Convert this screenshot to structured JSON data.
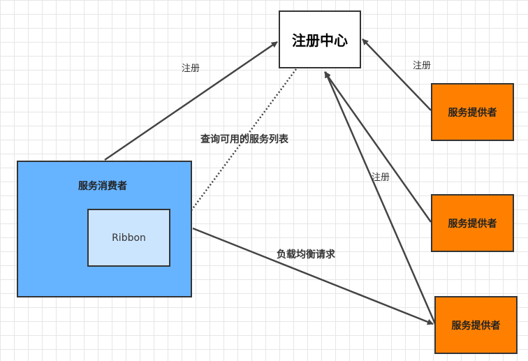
{
  "nodes": {
    "registry": "注册中心",
    "consumer": "服务消费者",
    "ribbon": "Ribbon",
    "providers": [
      "服务提供者",
      "服务提供者",
      "服务提供者"
    ]
  },
  "edges": {
    "register_consumer": "注册",
    "register_provider_1": "注册",
    "register_provider": "注册",
    "query_service_list": "查询可用的服务列表",
    "load_balance_request": "负载均衡请求"
  },
  "colors": {
    "consumer_fill": "#66b3ff",
    "ribbon_fill": "#cce5ff",
    "provider_fill": "#ff8000",
    "registry_fill": "#ffffff",
    "edge": "#444444"
  }
}
